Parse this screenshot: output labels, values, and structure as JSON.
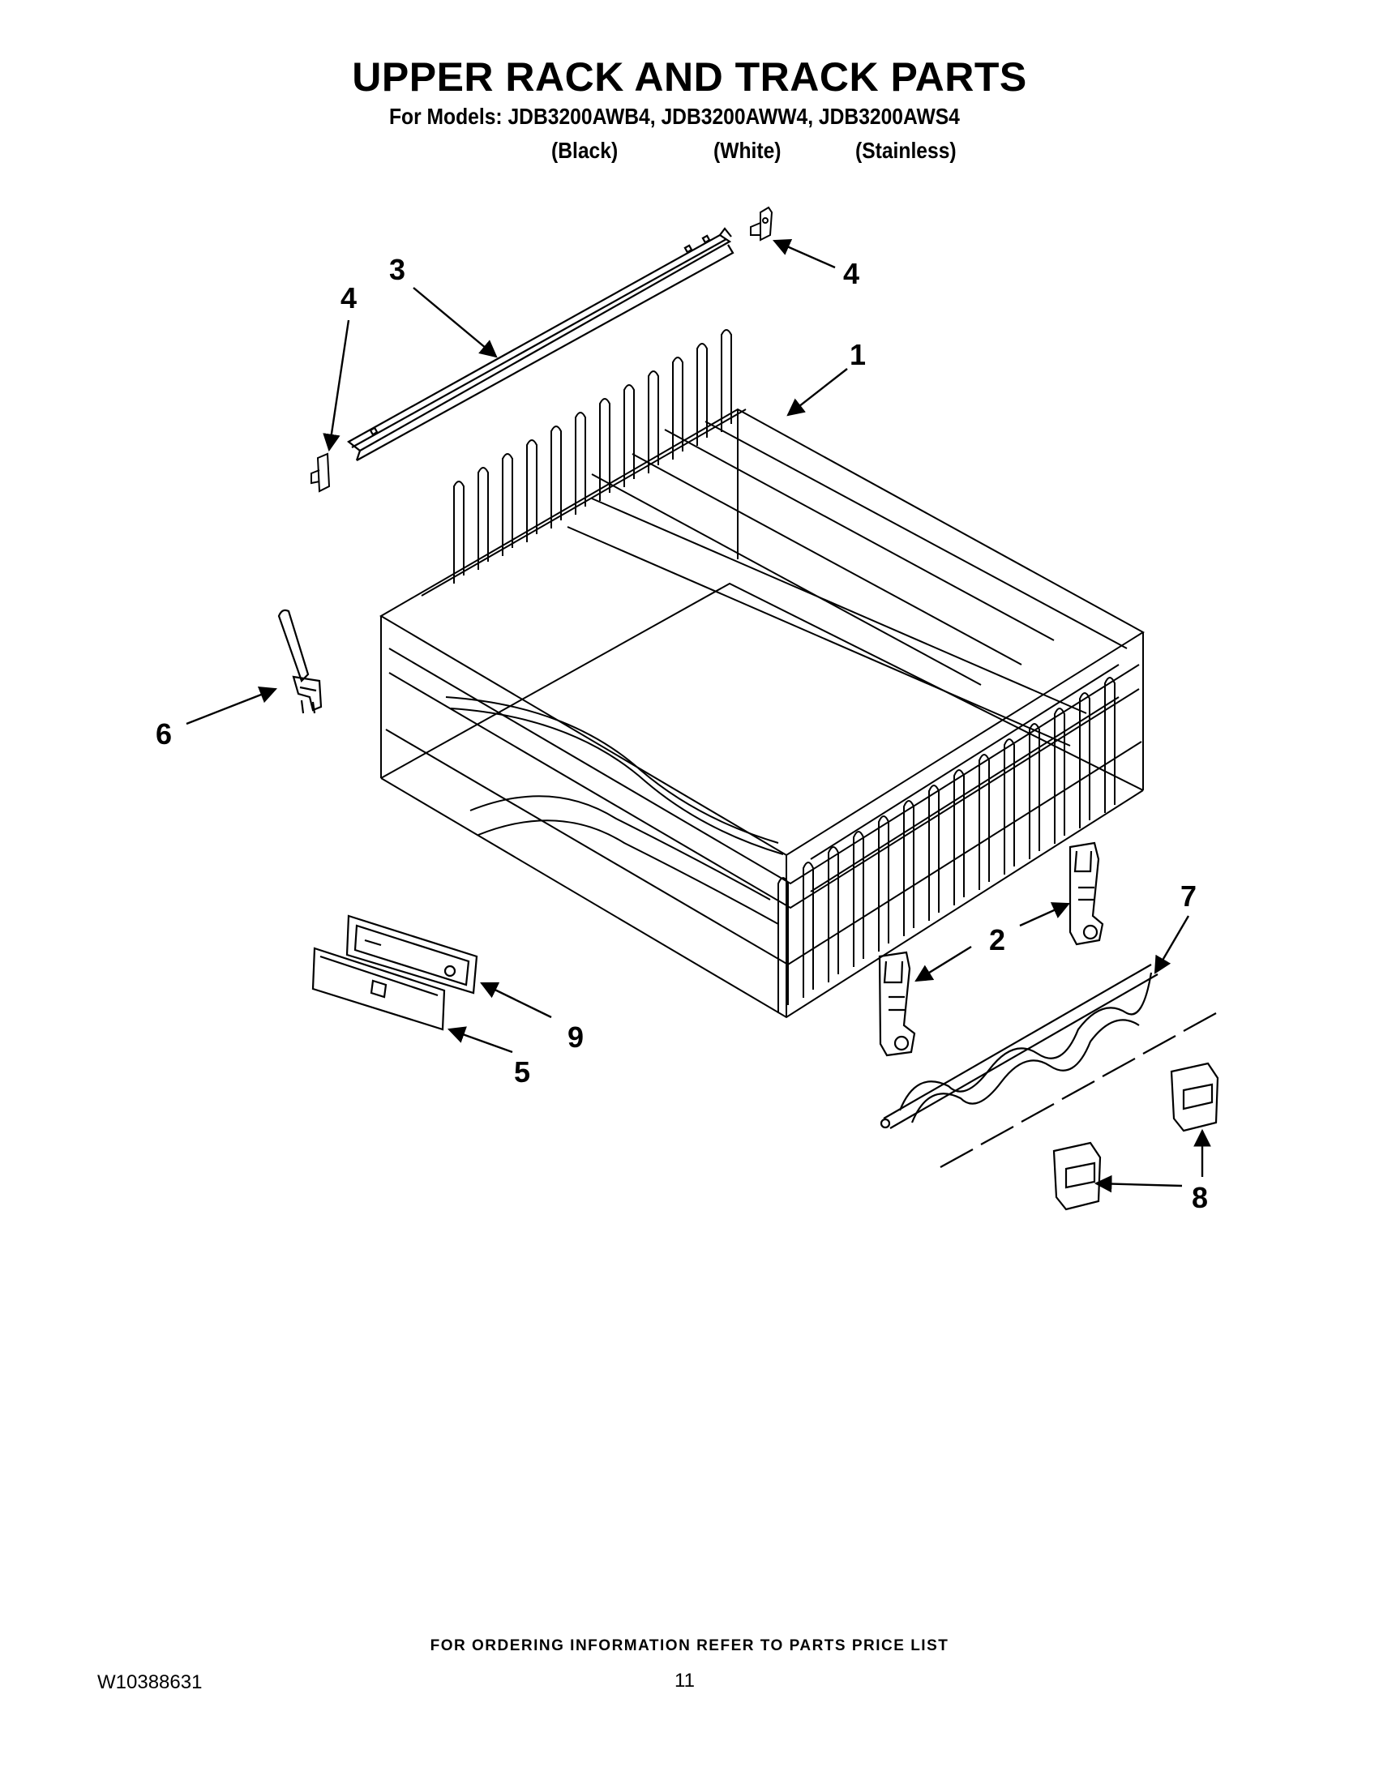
{
  "header": {
    "title": "UPPER RACK AND TRACK PARTS",
    "models_line": "For Models: JDB3200AWB4, JDB3200AWW4, JDB3200AWS4",
    "variants": [
      "(Black)",
      "(White)",
      "(Stainless)"
    ]
  },
  "callouts": [
    "1",
    "2",
    "3",
    "4",
    "4",
    "5",
    "6",
    "7",
    "8",
    "9"
  ],
  "footer": {
    "ordering_info": "FOR ORDERING INFORMATION REFER TO PARTS PRICE LIST",
    "document_number": "W10388631",
    "page_number": "11"
  }
}
